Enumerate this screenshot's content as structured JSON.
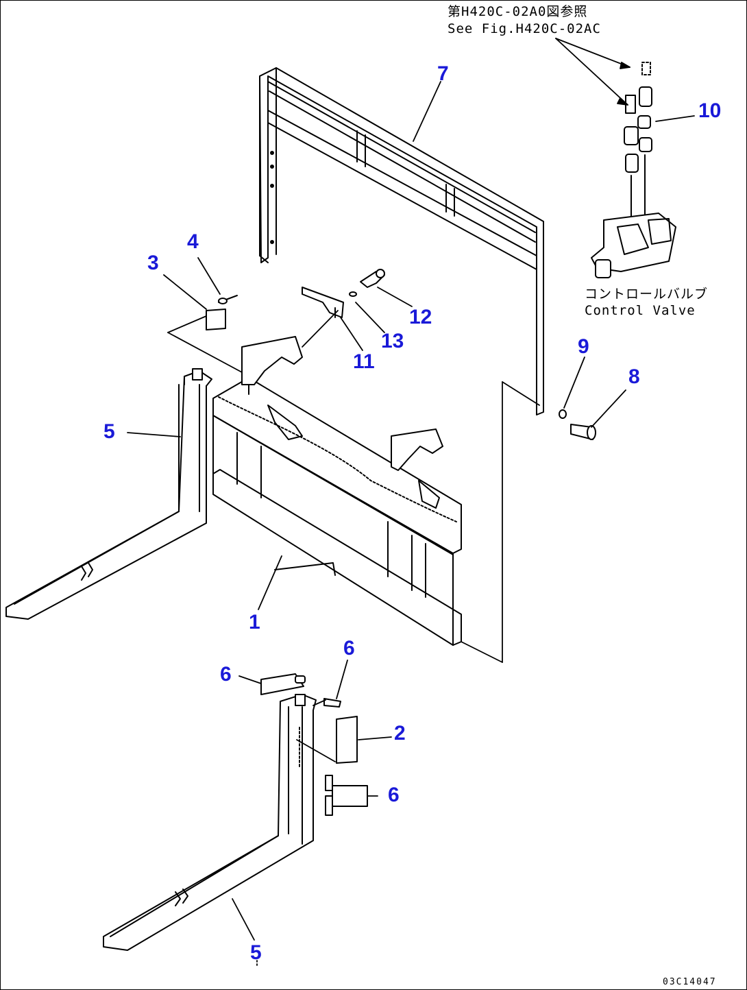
{
  "reference": {
    "jp": "第H420C-02A0図参照",
    "en": "See Fig.H420C-02AC"
  },
  "valve": {
    "jp": "コントロールバルブ",
    "en": "Control Valve"
  },
  "callouts": {
    "c1": "1",
    "c2": "2",
    "c3": "3",
    "c4": "4",
    "c5a": "5",
    "c5b": "5",
    "c6a": "6",
    "c6b": "6",
    "c6c": "6",
    "c7": "7",
    "c8": "8",
    "c9": "9",
    "c10": "10",
    "c11": "11",
    "c12": "12",
    "c13": "13"
  },
  "drawing_code": "03C14047",
  "colors": {
    "callout": "#1a1ad8",
    "line": "#000000"
  }
}
